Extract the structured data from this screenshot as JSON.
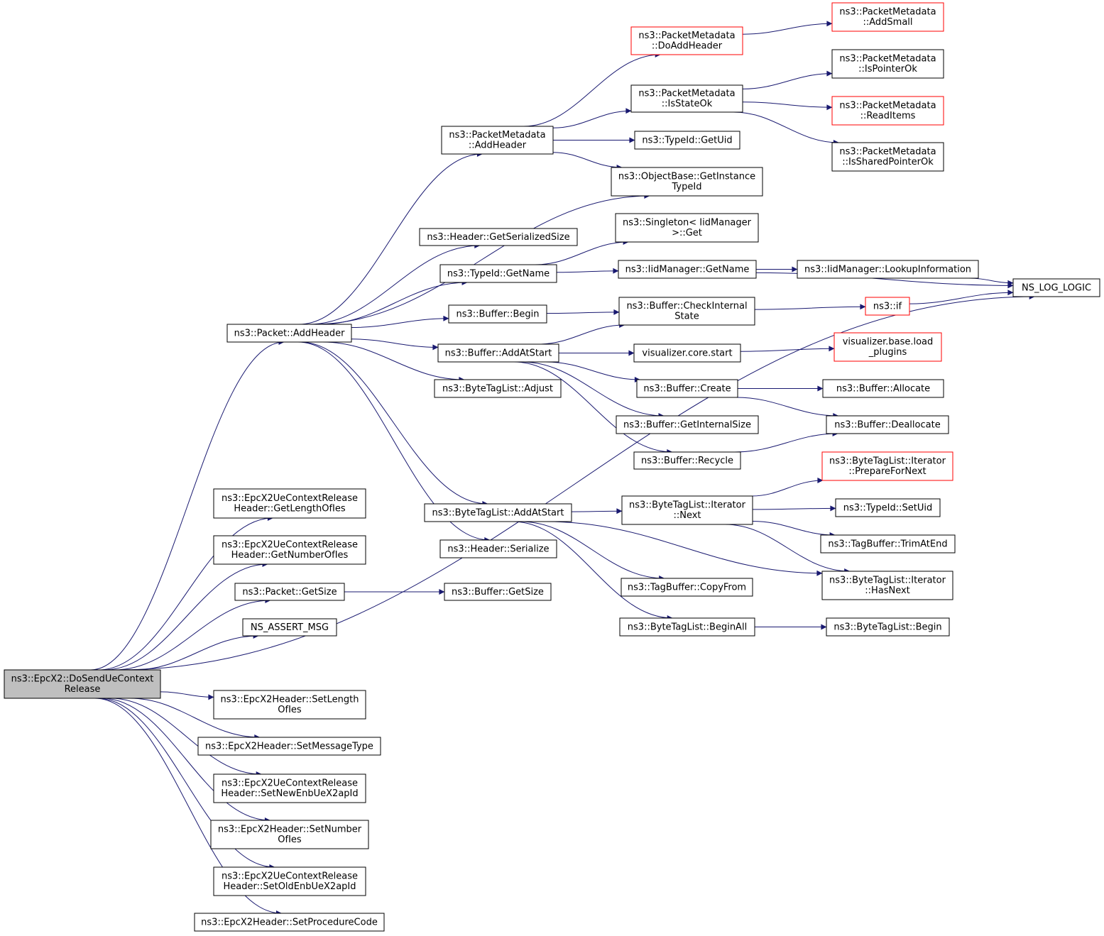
{
  "nodes": [
    {
      "id": "root",
      "lines": [
        "ns3::EpcX2::DoSendUeContext",
        "Release"
      ],
      "style": "root"
    },
    {
      "id": "addHeader",
      "lines": [
        "ns3::Packet::AddHeader"
      ],
      "style": "normal"
    },
    {
      "id": "getLengthOfIes",
      "lines": [
        "ns3::EpcX2UeContextRelease",
        "Header::GetLengthOfIes"
      ],
      "style": "normal"
    },
    {
      "id": "getNumberOfIes",
      "lines": [
        "ns3::EpcX2UeContextRelease",
        "Header::GetNumberOfIes"
      ],
      "style": "normal"
    },
    {
      "id": "packetGetSize",
      "lines": [
        "ns3::Packet::GetSize"
      ],
      "style": "normal"
    },
    {
      "id": "nsAssertMsg",
      "lines": [
        "NS_ASSERT_MSG"
      ],
      "style": "normal"
    },
    {
      "id": "setLengthOfIes",
      "lines": [
        "ns3::EpcX2Header::SetLength",
        "OfIes"
      ],
      "style": "normal"
    },
    {
      "id": "setMessageType",
      "lines": [
        "ns3::EpcX2Header::SetMessageType"
      ],
      "style": "normal"
    },
    {
      "id": "setNewEnb",
      "lines": [
        "ns3::EpcX2UeContextRelease",
        "Header::SetNewEnbUeX2apId"
      ],
      "style": "normal"
    },
    {
      "id": "setNumberOfIes",
      "lines": [
        "ns3::EpcX2Header::SetNumber",
        "OfIes"
      ],
      "style": "normal"
    },
    {
      "id": "setOldEnb",
      "lines": [
        "ns3::EpcX2UeContextRelease",
        "Header::SetOldEnbUeX2apId"
      ],
      "style": "normal"
    },
    {
      "id": "setProcedureCode",
      "lines": [
        "ns3::EpcX2Header::SetProcedureCode"
      ],
      "style": "normal"
    },
    {
      "id": "pmAddHeader",
      "lines": [
        "ns3::PacketMetadata",
        "::AddHeader"
      ],
      "style": "normal"
    },
    {
      "id": "hdrGetSerializedSize",
      "lines": [
        "ns3::Header::GetSerializedSize"
      ],
      "style": "normal"
    },
    {
      "id": "typeIdGetName",
      "lines": [
        "ns3::TypeId::GetName"
      ],
      "style": "normal"
    },
    {
      "id": "bufferBegin",
      "lines": [
        "ns3::Buffer::Begin"
      ],
      "style": "normal"
    },
    {
      "id": "bufferAddAtStart",
      "lines": [
        "ns3::Buffer::AddAtStart"
      ],
      "style": "normal"
    },
    {
      "id": "btlAdjust",
      "lines": [
        "ns3::ByteTagList::Adjust"
      ],
      "style": "normal"
    },
    {
      "id": "btlAddAtStart",
      "lines": [
        "ns3::ByteTagList::AddAtStart"
      ],
      "style": "normal"
    },
    {
      "id": "hdrSerialize",
      "lines": [
        "ns3::Header::Serialize"
      ],
      "style": "normal"
    },
    {
      "id": "bufferGetSize",
      "lines": [
        "ns3::Buffer::GetSize"
      ],
      "style": "normal"
    },
    {
      "id": "pmDoAddHeader",
      "lines": [
        "ns3::PacketMetadata",
        "::DoAddHeader"
      ],
      "style": "truncated"
    },
    {
      "id": "pmIsStateOk",
      "lines": [
        "ns3::PacketMetadata",
        "::IsStateOk"
      ],
      "style": "normal"
    },
    {
      "id": "typeIdGetUid",
      "lines": [
        "ns3::TypeId::GetUid"
      ],
      "style": "normal"
    },
    {
      "id": "objGetInstanceTypeId",
      "lines": [
        "ns3::ObjectBase::GetInstance",
        "TypeId"
      ],
      "style": "normal"
    },
    {
      "id": "singletonGet",
      "lines": [
        "ns3::Singleton< IidManager",
        ">::Get"
      ],
      "style": "normal"
    },
    {
      "id": "iidGetName",
      "lines": [
        "ns3::IidManager::GetName"
      ],
      "style": "normal"
    },
    {
      "id": "bufferCheckInternalState",
      "lines": [
        "ns3::Buffer::CheckInternal",
        "State"
      ],
      "style": "normal"
    },
    {
      "id": "vizCoreStart",
      "lines": [
        "visualizer.core.start"
      ],
      "style": "normal"
    },
    {
      "id": "bufferCreate",
      "lines": [
        "ns3::Buffer::Create"
      ],
      "style": "normal"
    },
    {
      "id": "bufferGetInternalSize",
      "lines": [
        "ns3::Buffer::GetInternalSize"
      ],
      "style": "normal"
    },
    {
      "id": "bufferRecycle",
      "lines": [
        "ns3::Buffer::Recycle"
      ],
      "style": "normal"
    },
    {
      "id": "btlIterNext",
      "lines": [
        "ns3::ByteTagList::Iterator",
        "::Next"
      ],
      "style": "normal"
    },
    {
      "id": "tagBufCopyFrom",
      "lines": [
        "ns3::TagBuffer::CopyFrom"
      ],
      "style": "normal"
    },
    {
      "id": "btlBeginAll",
      "lines": [
        "ns3::ByteTagList::BeginAll"
      ],
      "style": "normal"
    },
    {
      "id": "pmAddSmall",
      "lines": [
        "ns3::PacketMetadata",
        "::AddSmall"
      ],
      "style": "truncated"
    },
    {
      "id": "pmIsPointerOk",
      "lines": [
        "ns3::PacketMetadata",
        "::IsPointerOk"
      ],
      "style": "normal"
    },
    {
      "id": "pmReadItems",
      "lines": [
        "ns3::PacketMetadata",
        "::ReadItems"
      ],
      "style": "truncated"
    },
    {
      "id": "pmIsSharedPointerOk",
      "lines": [
        "ns3::PacketMetadata",
        "::IsSharedPointerOk"
      ],
      "style": "normal"
    },
    {
      "id": "iidLookupInformation",
      "lines": [
        "ns3::IidManager::LookupInformation"
      ],
      "style": "normal"
    },
    {
      "id": "nsIf",
      "lines": [
        "ns3::if"
      ],
      "style": "truncated"
    },
    {
      "id": "vizLoadPlugins",
      "lines": [
        "visualizer.base.load",
        "_plugins"
      ],
      "style": "truncated"
    },
    {
      "id": "bufferAllocate",
      "lines": [
        "ns3::Buffer::Allocate"
      ],
      "style": "normal"
    },
    {
      "id": "bufferDeallocate",
      "lines": [
        "ns3::Buffer::Deallocate"
      ],
      "style": "normal"
    },
    {
      "id": "btlIterPrepareForNext",
      "lines": [
        "ns3::ByteTagList::Iterator",
        "::PrepareForNext"
      ],
      "style": "truncated"
    },
    {
      "id": "typeIdSetUid",
      "lines": [
        "ns3::TypeId::SetUid"
      ],
      "style": "normal"
    },
    {
      "id": "tagBufTrimAtEnd",
      "lines": [
        "ns3::TagBuffer::TrimAtEnd"
      ],
      "style": "normal"
    },
    {
      "id": "btlIterHasNext",
      "lines": [
        "ns3::ByteTagList::Iterator",
        "::HasNext"
      ],
      "style": "normal"
    },
    {
      "id": "btlBegin",
      "lines": [
        "ns3::ByteTagList::Begin"
      ],
      "style": "normal"
    },
    {
      "id": "nsLogLogic",
      "lines": [
        "NS_LOG_LOGIC"
      ],
      "style": "normal"
    }
  ],
  "edges": [
    [
      "root",
      "addHeader"
    ],
    [
      "root",
      "getLengthOfIes"
    ],
    [
      "root",
      "getNumberOfIes"
    ],
    [
      "root",
      "packetGetSize"
    ],
    [
      "root",
      "nsAssertMsg"
    ],
    [
      "root",
      "nsLogLogic"
    ],
    [
      "root",
      "setLengthOfIes"
    ],
    [
      "root",
      "setMessageType"
    ],
    [
      "root",
      "setNewEnb"
    ],
    [
      "root",
      "setNumberOfIes"
    ],
    [
      "root",
      "setOldEnb"
    ],
    [
      "root",
      "setProcedureCode"
    ],
    [
      "addHeader",
      "pmAddHeader"
    ],
    [
      "addHeader",
      "objGetInstanceTypeId"
    ],
    [
      "addHeader",
      "hdrGetSerializedSize"
    ],
    [
      "addHeader",
      "typeIdGetName"
    ],
    [
      "addHeader",
      "bufferBegin"
    ],
    [
      "addHeader",
      "bufferAddAtStart"
    ],
    [
      "addHeader",
      "btlAdjust"
    ],
    [
      "addHeader",
      "btlAddAtStart"
    ],
    [
      "addHeader",
      "hdrSerialize"
    ],
    [
      "packetGetSize",
      "bufferGetSize"
    ],
    [
      "pmAddHeader",
      "pmDoAddHeader"
    ],
    [
      "pmAddHeader",
      "pmIsStateOk"
    ],
    [
      "pmAddHeader",
      "typeIdGetUid"
    ],
    [
      "pmAddHeader",
      "objGetInstanceTypeId"
    ],
    [
      "pmDoAddHeader",
      "pmAddSmall"
    ],
    [
      "pmIsStateOk",
      "pmIsPointerOk"
    ],
    [
      "pmIsStateOk",
      "pmReadItems"
    ],
    [
      "pmIsStateOk",
      "pmIsSharedPointerOk"
    ],
    [
      "typeIdGetName",
      "singletonGet"
    ],
    [
      "typeIdGetName",
      "iidGetName"
    ],
    [
      "iidGetName",
      "iidLookupInformation"
    ],
    [
      "iidGetName",
      "nsLogLogic"
    ],
    [
      "iidLookupInformation",
      "nsLogLogic"
    ],
    [
      "bufferBegin",
      "bufferCheckInternalState"
    ],
    [
      "bufferAddAtStart",
      "bufferCheckInternalState"
    ],
    [
      "bufferAddAtStart",
      "vizCoreStart"
    ],
    [
      "bufferAddAtStart",
      "bufferCreate"
    ],
    [
      "bufferAddAtStart",
      "bufferGetInternalSize"
    ],
    [
      "bufferAddAtStart",
      "bufferRecycle"
    ],
    [
      "bufferCheckInternalState",
      "nsIf"
    ],
    [
      "nsIf",
      "nsLogLogic"
    ],
    [
      "vizCoreStart",
      "vizLoadPlugins"
    ],
    [
      "bufferCreate",
      "bufferAllocate"
    ],
    [
      "bufferCreate",
      "bufferDeallocate"
    ],
    [
      "bufferRecycle",
      "bufferDeallocate"
    ],
    [
      "btlAddAtStart",
      "btlIterNext"
    ],
    [
      "btlAddAtStart",
      "btlIterHasNext"
    ],
    [
      "btlAddAtStart",
      "tagBufCopyFrom"
    ],
    [
      "btlAddAtStart",
      "btlBeginAll"
    ],
    [
      "btlIterNext",
      "btlIterPrepareForNext"
    ],
    [
      "btlIterNext",
      "typeIdSetUid"
    ],
    [
      "btlIterNext",
      "tagBufTrimAtEnd"
    ],
    [
      "btlIterNext",
      "btlIterHasNext"
    ],
    [
      "btlBeginAll",
      "btlBegin"
    ]
  ],
  "colors": {
    "edge": "#191970",
    "node_border": "#000000",
    "node_border_truncated": "#ff0000",
    "root_fill": "#bfbfbf",
    "node_fill": "#ffffff"
  }
}
